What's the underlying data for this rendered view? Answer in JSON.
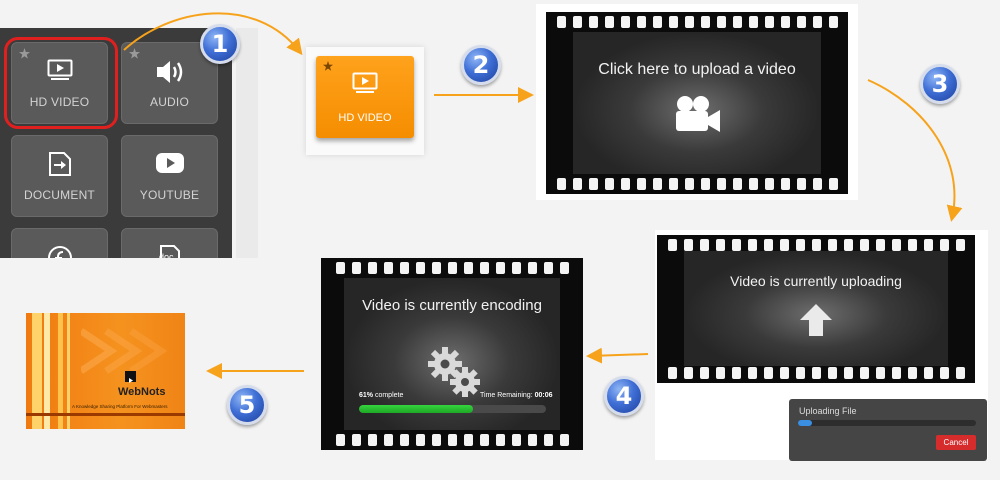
{
  "panel": {
    "tiles": [
      {
        "label": "HD VIDEO",
        "icon": "video-icon"
      },
      {
        "label": "AUDIO",
        "icon": "speaker-icon"
      },
      {
        "label": "DOCUMENT",
        "icon": "document-icon"
      },
      {
        "label": "YOUTUBE",
        "icon": "youtube-icon"
      },
      {
        "label": "",
        "icon": "flash-icon"
      },
      {
        "label": "",
        "icon": "doc-file-icon"
      }
    ],
    "doc_icon_text": "doc"
  },
  "steps": [
    "1",
    "2",
    "3",
    "4",
    "5"
  ],
  "orange_tile": {
    "label": "HD VIDEO"
  },
  "frames": {
    "upload": {
      "text": "Click here to upload a video"
    },
    "uploading": {
      "text": "Video is currently uploading"
    },
    "encoding": {
      "text": "Video is currently encoding",
      "percent_label": "61%",
      "complete_label": " complete",
      "time_label": "Time Remaining: ",
      "time_value": "00:06",
      "progress": 0.61
    }
  },
  "dialog": {
    "title": "Uploading File",
    "cancel": "Cancel",
    "progress": 0.08
  },
  "thumbnail": {
    "brand": "WebNots",
    "tagline": "A Knowledge Sharing Platform For Webmasters"
  },
  "colors": {
    "accent": "#f7a21b",
    "orange": "#f58d00",
    "badge": "#3f6fd6",
    "highlight": "#e01f1f",
    "progress": "#2bc233",
    "cancel": "#d62c2c"
  }
}
